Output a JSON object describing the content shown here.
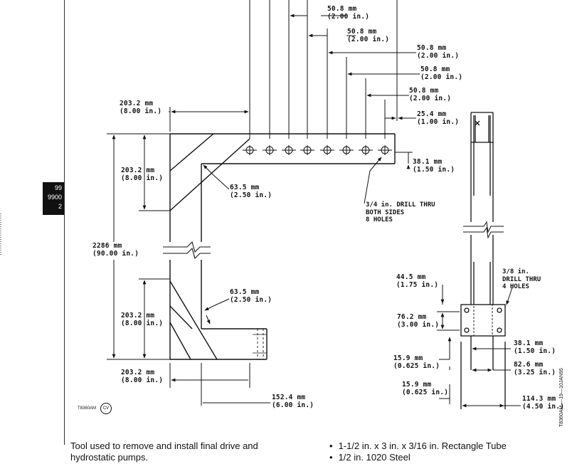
{
  "page_tab": [
    "99",
    "9900",
    "2"
  ],
  "dimensions": {
    "d1": [
      "50.8 mm",
      "(2.00 in.)"
    ],
    "d2": [
      "50.8 mm",
      "(2.00 in.)"
    ],
    "d3": [
      "50.8 mm",
      "(2.00 in.)"
    ],
    "d4": [
      "50.8 mm",
      "(2.00 in.)"
    ],
    "d5": [
      "50.8 mm",
      "(2.00 in.)"
    ],
    "d6": [
      "25.4 mm",
      "(1.00 in.)"
    ],
    "top_left": [
      "203.2 mm",
      "(8.00 in.)"
    ],
    "upper_height": [
      "203.2 mm",
      "(8.00 in.)"
    ],
    "upper_brace": [
      "63.5 mm",
      "(2.50 in.)"
    ],
    "hole_offset": [
      "38.1 mm",
      "(1.50 in.)"
    ],
    "overall_length": [
      "2286 mm",
      "(90.00 in.)"
    ],
    "lower_brace": [
      "63.5 mm",
      "(2.50 in.)"
    ],
    "lower_height": [
      "203.2 mm",
      "(8.00 in.)"
    ],
    "bottom_left": [
      "203.2 mm",
      "(8.00 in.)"
    ],
    "bottom_arm": [
      "152.4 mm",
      "(6.00 in.)"
    ],
    "plate_top": [
      "44.5 mm",
      "(1.75 in.)"
    ],
    "plate_mid": [
      "76.2 mm",
      "(3.00 in.)"
    ],
    "plate_side": [
      "38.1 mm",
      "(1.50 in.)"
    ],
    "plate_inner": [
      "82.6 mm",
      "(3.25 in.)"
    ],
    "plate_thk1": [
      "15.9 mm",
      "(0.625 in.)"
    ],
    "plate_thk2": [
      "15.9 mm",
      "(0.625 in.)"
    ],
    "plate_width": [
      "114.3 mm",
      "(4.50 in.)"
    ]
  },
  "notes": {
    "drill_34": [
      "3/4 in. DRILL THRU",
      "BOTH SIDES",
      "8 HOLES"
    ],
    "drill_38": [
      "3/8 in.",
      "DRILL THRU",
      "4 HOLES"
    ]
  },
  "figure_code": "T8360AM",
  "cv_mark": "CV",
  "vertical_code": "T8360AM —19—10JAN95",
  "caption": "Tool used to remove and install final drive and hydrostatic pumps.",
  "bullets": [
    "1-1/2 in. x 3 in. x 3/16 in. Rectangle Tube",
    "1/2 in. 1020 Steel"
  ]
}
